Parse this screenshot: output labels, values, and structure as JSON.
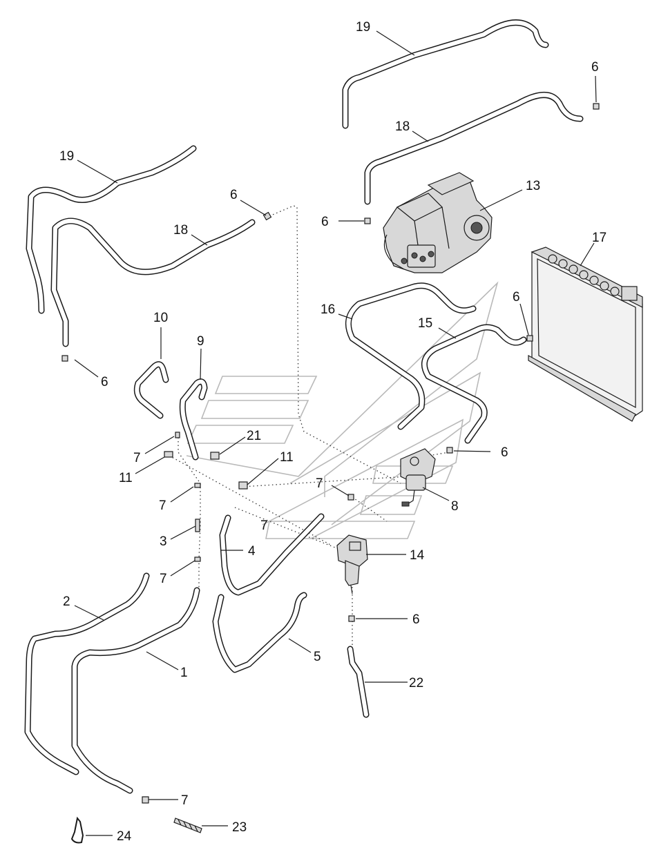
{
  "callouts": [
    {
      "id": "c19a",
      "text": "19"
    },
    {
      "id": "c6a",
      "text": "6"
    },
    {
      "id": "c18a",
      "text": "18"
    },
    {
      "id": "c19b",
      "text": "19"
    },
    {
      "id": "c6b",
      "text": "6"
    },
    {
      "id": "c18b",
      "text": "18"
    },
    {
      "id": "c6c",
      "text": "6"
    },
    {
      "id": "c13",
      "text": "13"
    },
    {
      "id": "c17",
      "text": "17"
    },
    {
      "id": "c6d",
      "text": "6"
    },
    {
      "id": "c16",
      "text": "16"
    },
    {
      "id": "c15",
      "text": "15"
    },
    {
      "id": "c10",
      "text": "10"
    },
    {
      "id": "c9",
      "text": "9"
    },
    {
      "id": "c6e",
      "text": "6"
    },
    {
      "id": "c21",
      "text": "21"
    },
    {
      "id": "c7a",
      "text": "7"
    },
    {
      "id": "c11a",
      "text": "11"
    },
    {
      "id": "c11b",
      "text": "11"
    },
    {
      "id": "c6f",
      "text": "6"
    },
    {
      "id": "c7b",
      "text": "7"
    },
    {
      "id": "c8",
      "text": "8"
    },
    {
      "id": "c7c",
      "text": "7"
    },
    {
      "id": "c7d",
      "text": "7"
    },
    {
      "id": "c3",
      "text": "3"
    },
    {
      "id": "c4",
      "text": "4"
    },
    {
      "id": "c14",
      "text": "14"
    },
    {
      "id": "c7e",
      "text": "7"
    },
    {
      "id": "c2",
      "text": "2"
    },
    {
      "id": "c6g",
      "text": "6"
    },
    {
      "id": "c5",
      "text": "5"
    },
    {
      "id": "c1",
      "text": "1"
    },
    {
      "id": "c22",
      "text": "22"
    },
    {
      "id": "c7f",
      "text": "7"
    },
    {
      "id": "c23",
      "text": "23"
    },
    {
      "id": "c24",
      "text": "24"
    }
  ]
}
